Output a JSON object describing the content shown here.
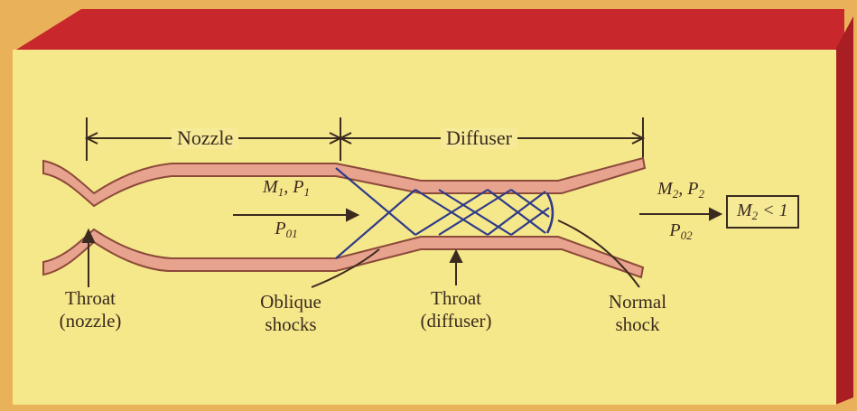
{
  "colors": {
    "panel_face": "#f5e88a",
    "panel_top": "#c8282c",
    "panel_right": "#a81e22",
    "frame_outer": "#e9b25a",
    "wall_fill": "#e8a38e",
    "wall_edge": "#8c4a3a",
    "shock_line": "#2f3a8a",
    "ink": "#3a2a1f"
  },
  "sections": {
    "nozzle": "Nozzle",
    "diffuser": "Diffuser"
  },
  "inlet_flow": {
    "top_M": "M",
    "top_M_sub": "1",
    "top_sep": ", P",
    "top_P_sub": "1",
    "bottom_P": "P",
    "bottom_P_sub": "01"
  },
  "exit_flow": {
    "top_M": "M",
    "top_M_sub": "2",
    "top_sep": ", P",
    "top_P_sub": "2",
    "bottom_P": "P",
    "bottom_P_sub": "02"
  },
  "exit_condition": {
    "M": "M",
    "M_sub": "2",
    "rest": " < 1"
  },
  "labels": {
    "throat_nozzle_1": "Throat",
    "throat_nozzle_2": "(nozzle)",
    "oblique_1": "Oblique",
    "oblique_2": "shocks",
    "throat_diffuser_1": "Throat",
    "throat_diffuser_2": "(diffuser)",
    "normal_1": "Normal",
    "normal_2": "shock"
  }
}
